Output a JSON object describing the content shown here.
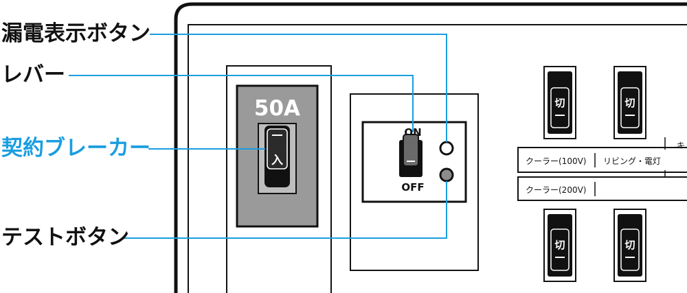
{
  "callouts": {
    "leakage_indicator_button": "漏電表示ボタン",
    "lever": "レバー",
    "contract_breaker": "契約ブレーカー",
    "test_button": "テストボタン"
  },
  "main_breaker": {
    "rating": "50A",
    "switch_state": "入"
  },
  "earth_leakage_breaker": {
    "on_label": "ON",
    "off_label": "OFF"
  },
  "branch_breakers": {
    "switch_label": "切",
    "circuit_labels": [
      "クーラー(100V)",
      "リビング・電灯",
      "クーラー(200V)"
    ],
    "partial_label": "キ"
  },
  "colors": {
    "leader_line": "#1a9ee0",
    "blue_label": "#1a9ee0",
    "black": "#111111",
    "gray_face": "#9a9a9a",
    "indicator_gray": "#8c8c8c"
  }
}
